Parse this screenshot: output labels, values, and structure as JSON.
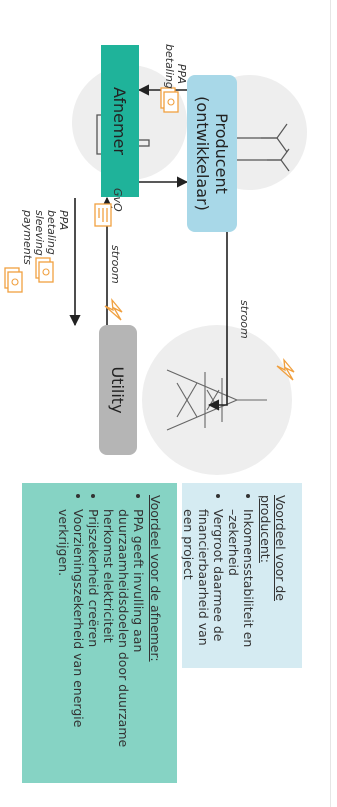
{
  "nodes": {
    "afnemer": "Afnemer",
    "producent_line1": "Producent",
    "producent_line2": "(ontwikkelaar)",
    "utility": "Utility"
  },
  "flows": {
    "ppa_betaling_top_line1": "PPA",
    "ppa_betaling_top_line2": "betaling",
    "gvo": "GvO",
    "stroom_mid": "stroom",
    "stroom_right": "stroom",
    "ppa_bottom_line1": "PPA",
    "ppa_bottom_line2": "betaling",
    "ppa_bottom_line3": "sleeving",
    "ppa_bottom_line4": "payments"
  },
  "producent_box": {
    "heading": "Voordeel voor de producent:",
    "bullets": [
      "Inkomensstabiliteit en –zekerheid",
      "Vergroot daarmee de financierbaarheid van een project"
    ]
  },
  "afnemer_box": {
    "heading": "Voordeel voor de afnemer:",
    "bullets": [
      "PPA geeft invulling aan duurzaamheidsdoelen door duurzame herkomst elektriciteit",
      "Prijszekerheid creëren",
      "Voorzieningszekerheid van energie verkrijgen."
    ]
  },
  "colors": {
    "afnemer_fill": "#1fb39a",
    "producent_fill": "#a8d8e8",
    "utility_fill": "#b5b5b5",
    "producent_box_fill": "#d5ebf2",
    "afnemer_box_fill": "#86d3c4",
    "icon_orange": "#f0a040",
    "arrow": "#222222",
    "bubble": "#eeeeee"
  },
  "icons": [
    "factory-icon",
    "wind-turbine-icon",
    "power-pylon-icon",
    "money-icon",
    "document-icon",
    "lightning-icon"
  ]
}
